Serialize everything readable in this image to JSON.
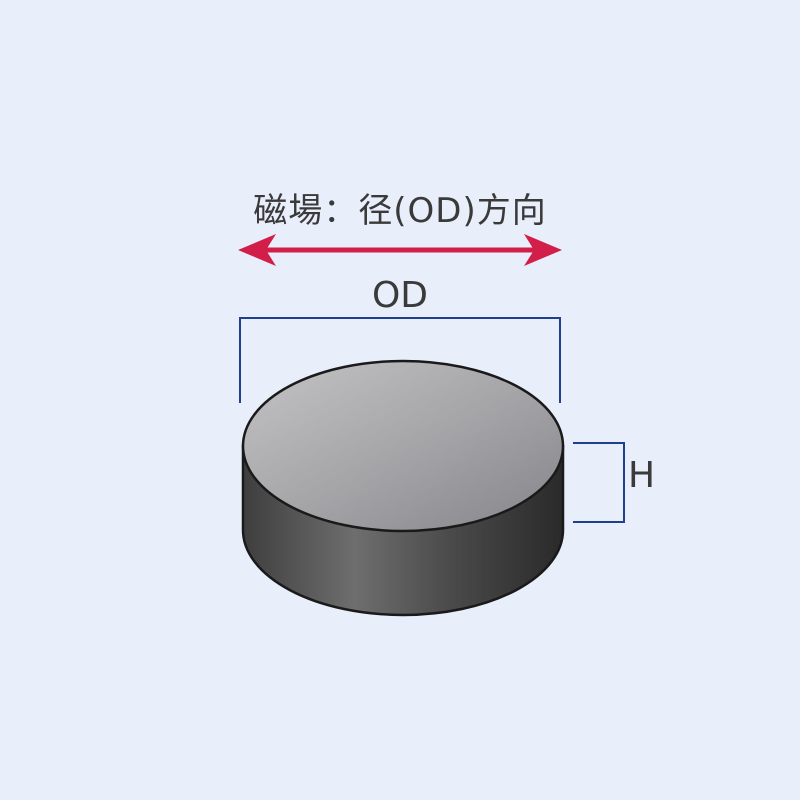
{
  "diagram": {
    "title": "磁場：径(OD)方向",
    "od_label": "OD",
    "h_label": "H"
  },
  "colors": {
    "background": "#e9eefb",
    "field_arrow": "#d21f4a",
    "dimension_line": "#1f3f8f",
    "text": "#3a3a3a",
    "magnet_outline": "#1a1a1a"
  }
}
